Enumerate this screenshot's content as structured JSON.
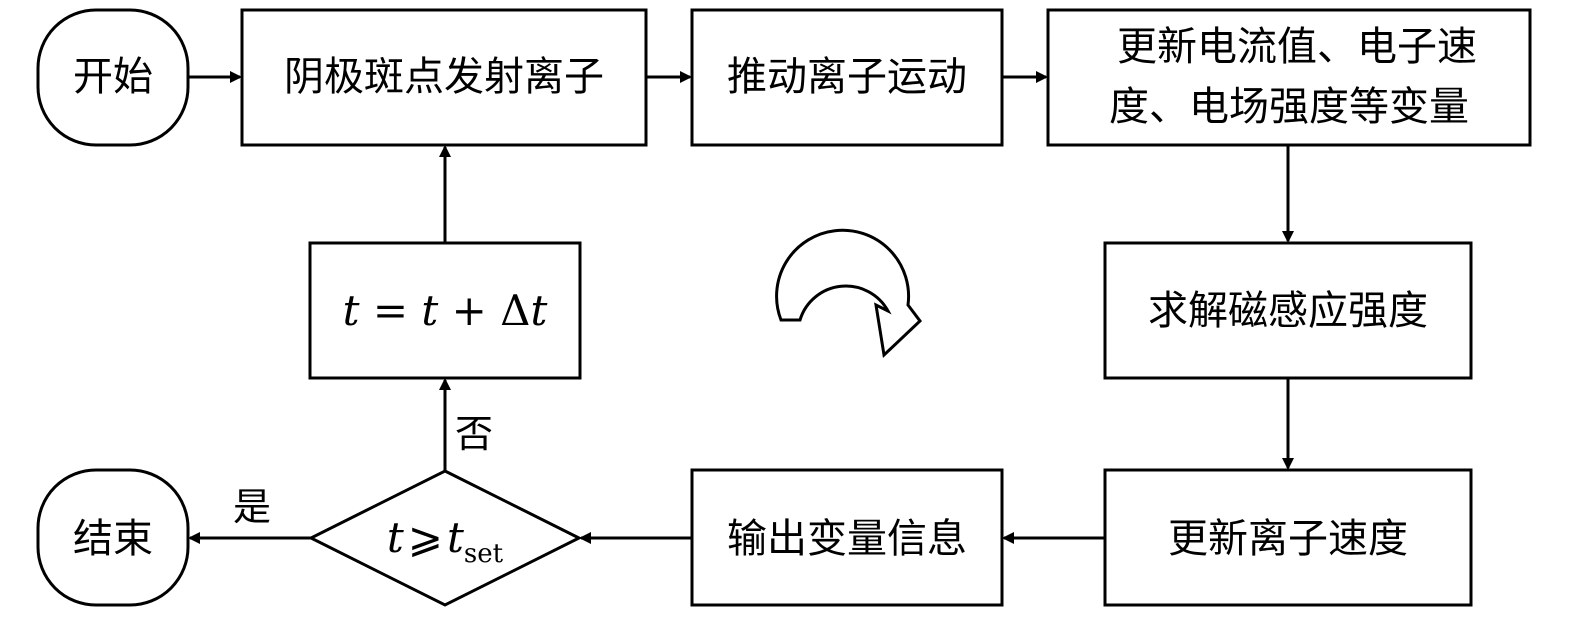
{
  "nodes": {
    "start": {
      "label": "开始"
    },
    "emit": {
      "label": "阴极斑点发射离子"
    },
    "push": {
      "label": "推动离子运动"
    },
    "update_vars": {
      "line1": "更新电流值、电子速",
      "line2": "度、电场强度等变量"
    },
    "solve_b": {
      "label": "求解磁感应强度"
    },
    "update_ion": {
      "label": "更新离子速度"
    },
    "output": {
      "label": "输出变量信息"
    },
    "decision": {
      "var": "t",
      "op": "⩾",
      "rhs": "t",
      "sub": "set"
    },
    "timestep": {
      "lhs": "t",
      "eq": " = ",
      "rhs": "t",
      "plus": " + ",
      "delta": "Δ",
      "dt": "t"
    },
    "end": {
      "label": "结束"
    }
  },
  "edge_labels": {
    "yes": "是",
    "no": "否"
  }
}
